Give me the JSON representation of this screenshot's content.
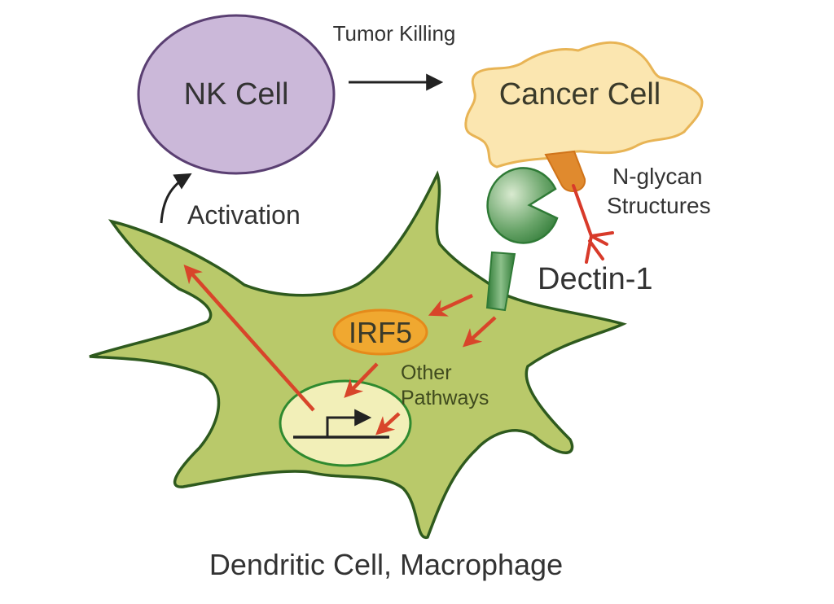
{
  "diagram": {
    "nk_cell": {
      "label": "NK Cell"
    },
    "cancer_cell": {
      "label": "Cancer Cell"
    },
    "tumor_killing": {
      "label": "Tumor Killing"
    },
    "activation": {
      "label": "Activation"
    },
    "n_glycan": {
      "line1": "N-glycan",
      "line2": "Structures"
    },
    "dectin": {
      "label": "Dectin-1"
    },
    "irf5": {
      "label": "IRF5"
    },
    "other_pathways": {
      "line1": "Other",
      "line2": "Pathways"
    },
    "dendritic_cell": {
      "label": "Dendritic Cell, Macrophage"
    }
  },
  "colors": {
    "nk_fill": "#cbb8d9",
    "nk_stroke": "#5a3f72",
    "cancer_fill": "#fbe6b0",
    "cancer_stroke": "#e8b455",
    "glycan_stem": "#e08a2e",
    "glycan_branch": "#d83a2a",
    "dendritic_fill": "#b9c96a",
    "dendritic_stroke": "#2e5a1e",
    "nucleus_fill": "#f2efb8",
    "nucleus_stroke": "#2f8a2f",
    "dectin_dark": "#2f7a36",
    "dectin_light": "#cfe3c2",
    "irf5_fill": "#f0a830",
    "irf5_stroke": "#e58a1a",
    "signal_arrow": "#d8452a",
    "black_arrow": "#222222"
  }
}
